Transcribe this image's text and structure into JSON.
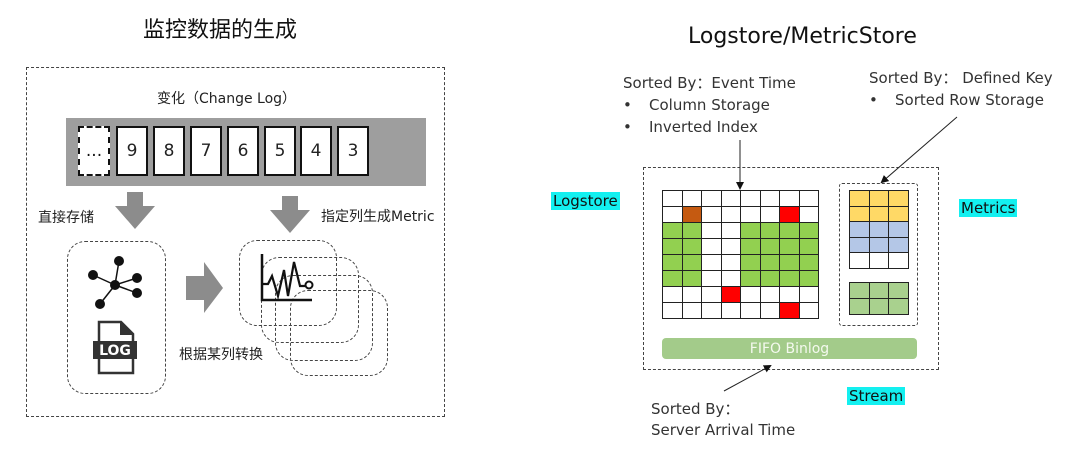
{
  "left_panel": {
    "title": "监控数据的生成",
    "change_log_label": "变化（Change Log）",
    "log_cells": [
      "...",
      "9",
      "8",
      "7",
      "6",
      "5",
      "4",
      "3"
    ],
    "direct_store_label": "直接存储",
    "metric_gen_label": "指定列生成Metric",
    "transform_label": "根据某列转换",
    "log_icon_text": "LOG"
  },
  "right_panel": {
    "title": "Logstore/MetricStore",
    "logstore_tag": "Logstore",
    "metrics_tag": "Metrics",
    "stream_tag": "Stream",
    "event_time_note": {
      "heading": "Sorted By：Event Time",
      "bullets": [
        "Column Storage",
        "Inverted Index"
      ]
    },
    "defined_key_note": {
      "heading": "Sorted By： Defined Key",
      "bullets": [
        "Sorted Row Storage"
      ]
    },
    "server_time_note": {
      "line1": "Sorted By：",
      "line2": "Server Arrival Time"
    },
    "binlog_label": "FIFO Binlog",
    "colors": {
      "green": "#92d050",
      "red": "#ff0000",
      "brown": "#c55a11",
      "orange": "#ffd966",
      "blue": "#b4c7e7",
      "light_green": "#a9d18e",
      "highlight": "#13f0f0"
    },
    "column_grid": [
      [
        "w",
        "w",
        "w",
        "w",
        "w",
        "w",
        "w",
        "w"
      ],
      [
        "w",
        "b",
        "w",
        "w",
        "w",
        "w",
        "r",
        "w"
      ],
      [
        "g",
        "g",
        "w",
        "w",
        "g",
        "g",
        "g",
        "g"
      ],
      [
        "g",
        "g",
        "w",
        "w",
        "g",
        "g",
        "g",
        "g"
      ],
      [
        "g",
        "g",
        "w",
        "w",
        "g",
        "g",
        "g",
        "g"
      ],
      [
        "g",
        "g",
        "w",
        "w",
        "g",
        "g",
        "g",
        "g"
      ],
      [
        "w",
        "w",
        "w",
        "r",
        "w",
        "w",
        "w",
        "w"
      ],
      [
        "w",
        "w",
        "w",
        "w",
        "w",
        "w",
        "r",
        "w"
      ]
    ],
    "row_grid": [
      [
        "o",
        "o",
        "o"
      ],
      [
        "o",
        "o",
        "o"
      ],
      [
        "u",
        "u",
        "u"
      ],
      [
        "u",
        "u",
        "u"
      ],
      [
        "w",
        "w",
        "w"
      ]
    ],
    "metric_grid": [
      [
        "l",
        "l",
        "l"
      ],
      [
        "l",
        "l",
        "l"
      ]
    ]
  }
}
